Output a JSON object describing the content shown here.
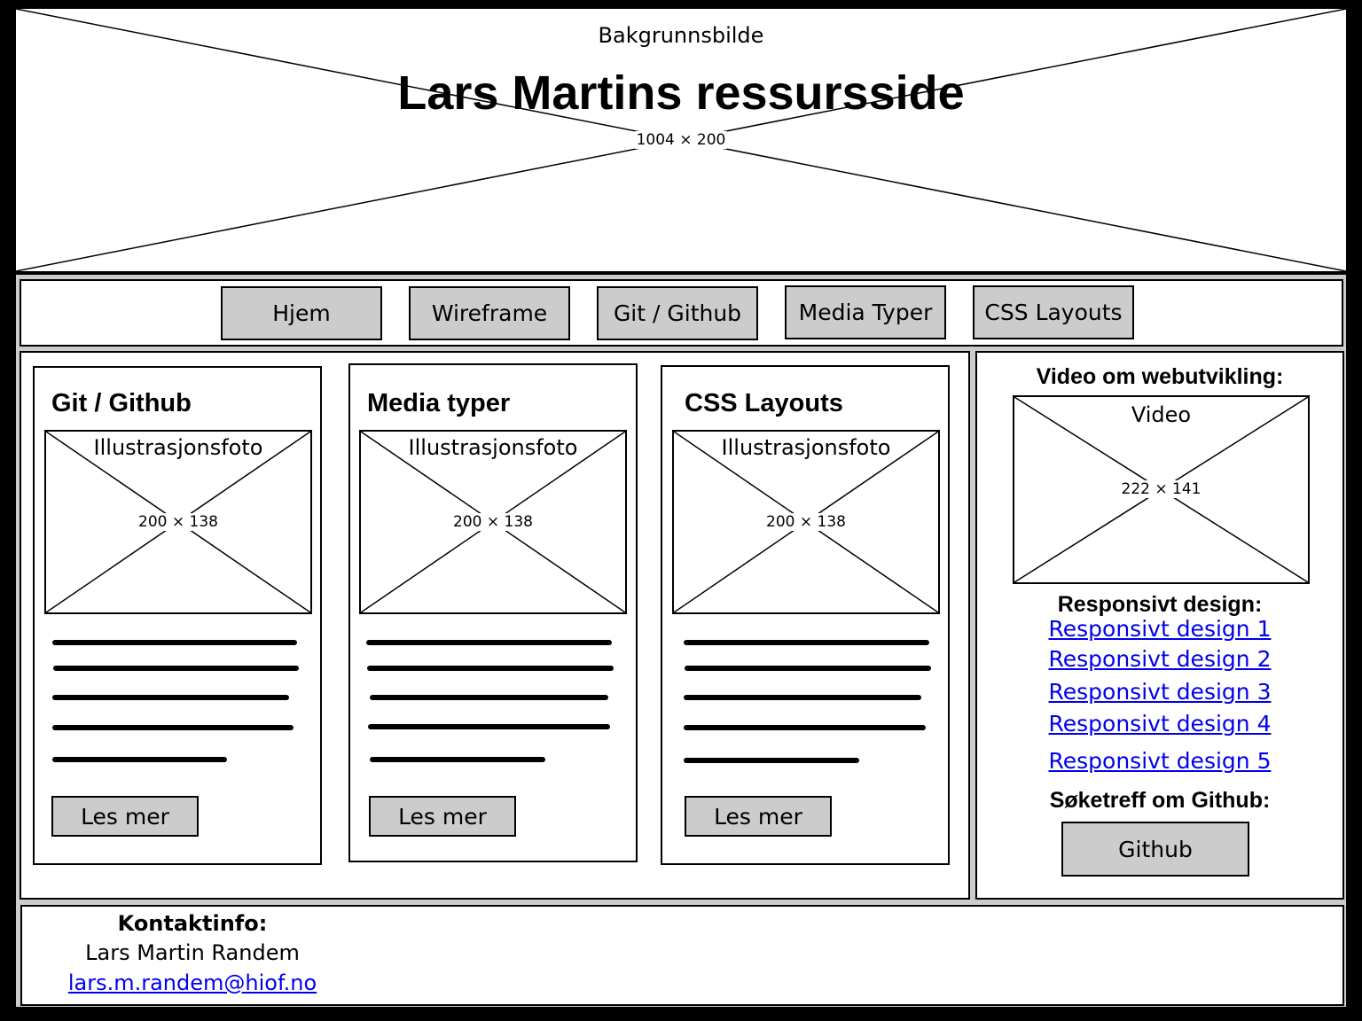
{
  "header": {
    "background_label": "Bakgrunnsbilde",
    "title": "Lars Martins ressursside",
    "dimensions": "1004 × 200"
  },
  "nav": {
    "items": [
      {
        "label": "Hjem"
      },
      {
        "label": "Wireframe"
      },
      {
        "label": "Git / Github"
      },
      {
        "label": "Media Typer"
      },
      {
        "label": "CSS Layouts"
      }
    ]
  },
  "cards": [
    {
      "title": "Git / Github",
      "image_label": "Illustrasjonsfoto",
      "image_dimensions": "200 × 138",
      "button_label": "Les mer"
    },
    {
      "title": "Media typer",
      "image_label": "Illustrasjonsfoto",
      "image_dimensions": "200 × 138",
      "button_label": "Les mer"
    },
    {
      "title": "CSS Layouts",
      "image_label": "Illustrasjonsfoto",
      "image_dimensions": "200 × 138",
      "button_label": "Les mer"
    }
  ],
  "sidebar": {
    "video_heading": "Video om webutvikling:",
    "video_label": "Video",
    "video_dimensions": "222 × 141",
    "responsive_heading": "Responsivt design:",
    "responsive_links": [
      "Responsivt design 1",
      "Responsivt design 2",
      "Responsivt design 3",
      "Responsivt design 4",
      "Responsivt design 5"
    ],
    "search_heading": "Søketreff om Github:",
    "github_button": "Github"
  },
  "footer": {
    "heading": "Kontaktinfo:",
    "name": "Lars Martin Randem",
    "email": "lars.m.randem@hiof.no"
  }
}
